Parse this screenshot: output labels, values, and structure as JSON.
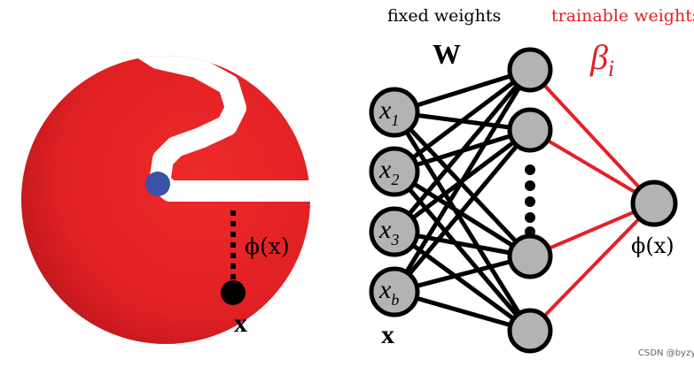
{
  "left_figure": {
    "phi_label": "ϕ(x)",
    "x_label": "x",
    "colors": {
      "disk": "#e52025",
      "path": "#ffffff",
      "blue_dot": "#3a52a8",
      "black_dot": "#000000"
    }
  },
  "network": {
    "fixed_weights_label": "fixed weights",
    "trainable_weights_label": "trainable weights",
    "W_label": "W",
    "beta_label": "β",
    "beta_subscript": "i",
    "inputs": [
      {
        "base": "x",
        "sub": "1"
      },
      {
        "base": "x",
        "sub": "2"
      },
      {
        "base": "x",
        "sub": "3"
      },
      {
        "base": "x",
        "sub": "b"
      }
    ],
    "input_vector_label": "x",
    "output_label": "ϕ(x)",
    "colors": {
      "node_fill": "#b3b3b3",
      "node_stroke": "#000000",
      "fixed_edge": "#000000",
      "trainable_edge": "#e52025",
      "trainable_text": "#e52025"
    }
  },
  "watermark": "CSDN @byzy"
}
